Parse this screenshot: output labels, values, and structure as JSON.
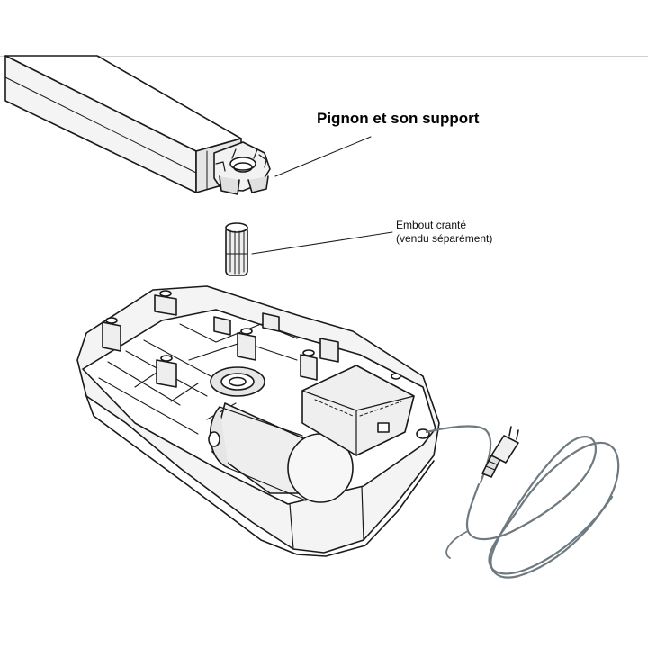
{
  "labels": {
    "pinion": "Pignon et son support",
    "endpiece_line1": "Embout cranté",
    "endpiece_line2": "(vendu séparément)"
  },
  "colors": {
    "stroke": "#1a1a1a",
    "fill_light": "#f4f4f4",
    "fill_shade": "#dcdcdc",
    "cable": "#6e7a80"
  }
}
